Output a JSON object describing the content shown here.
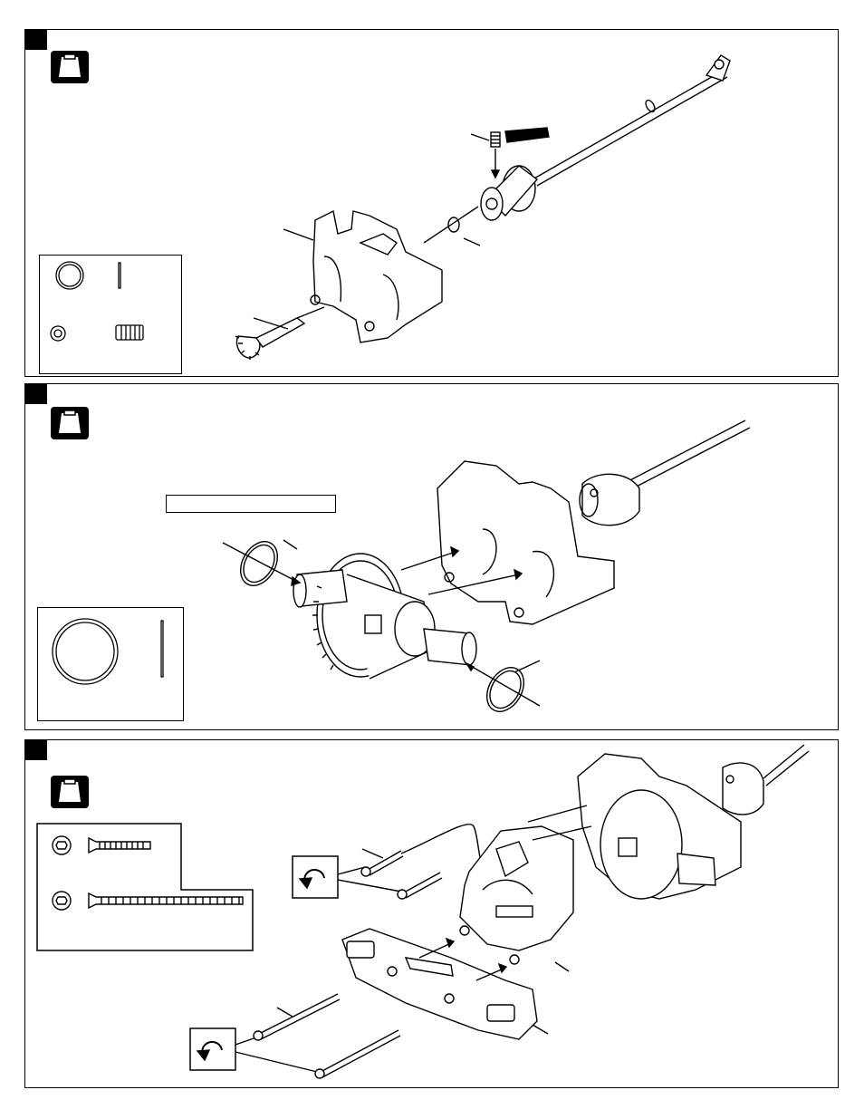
{
  "steps": [
    {
      "id": "step-1",
      "icon": "parts-bag-icon"
    },
    {
      "id": "step-2",
      "icon": "parts-bag-icon"
    },
    {
      "id": "step-3",
      "icon": "parts-bag-icon"
    }
  ],
  "icons": {
    "parts_bag": "parts-bag-icon",
    "rotate": "rotate-clockwise-icon"
  },
  "colors": {
    "ink": "#000000",
    "paper": "#ffffff"
  }
}
